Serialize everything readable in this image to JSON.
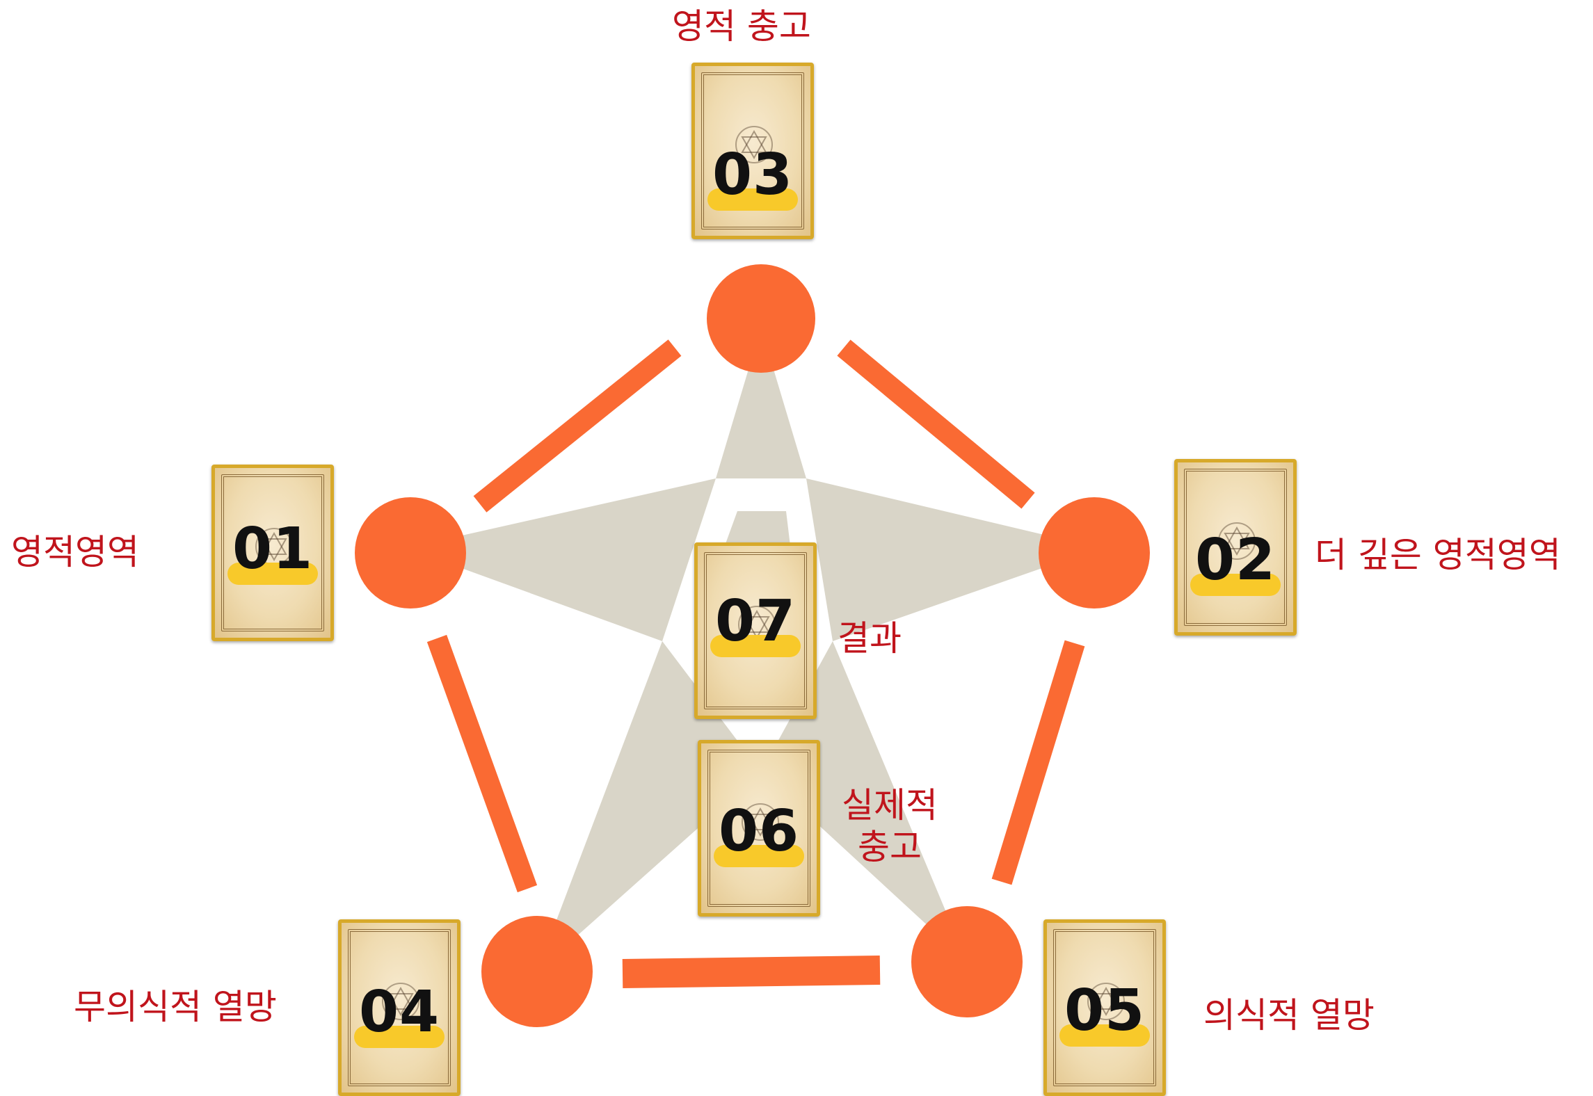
{
  "colors": {
    "node": "#fa6a33",
    "edge": "#fa6a33",
    "star": "#d9d5c8",
    "label": "#c0141c",
    "highlight": "#f8c92a",
    "card_border": "#d7a92a"
  },
  "positions": [
    {
      "id": "01",
      "label": "영적영역"
    },
    {
      "id": "02",
      "label": "더 깊은 영적영역"
    },
    {
      "id": "03",
      "label": "영적 충고"
    },
    {
      "id": "04",
      "label": "무의식적 열망"
    },
    {
      "id": "05",
      "label": "의식적 열망"
    },
    {
      "id": "06",
      "label": "실제적\n충고"
    },
    {
      "id": "07",
      "label": "결과"
    }
  ]
}
